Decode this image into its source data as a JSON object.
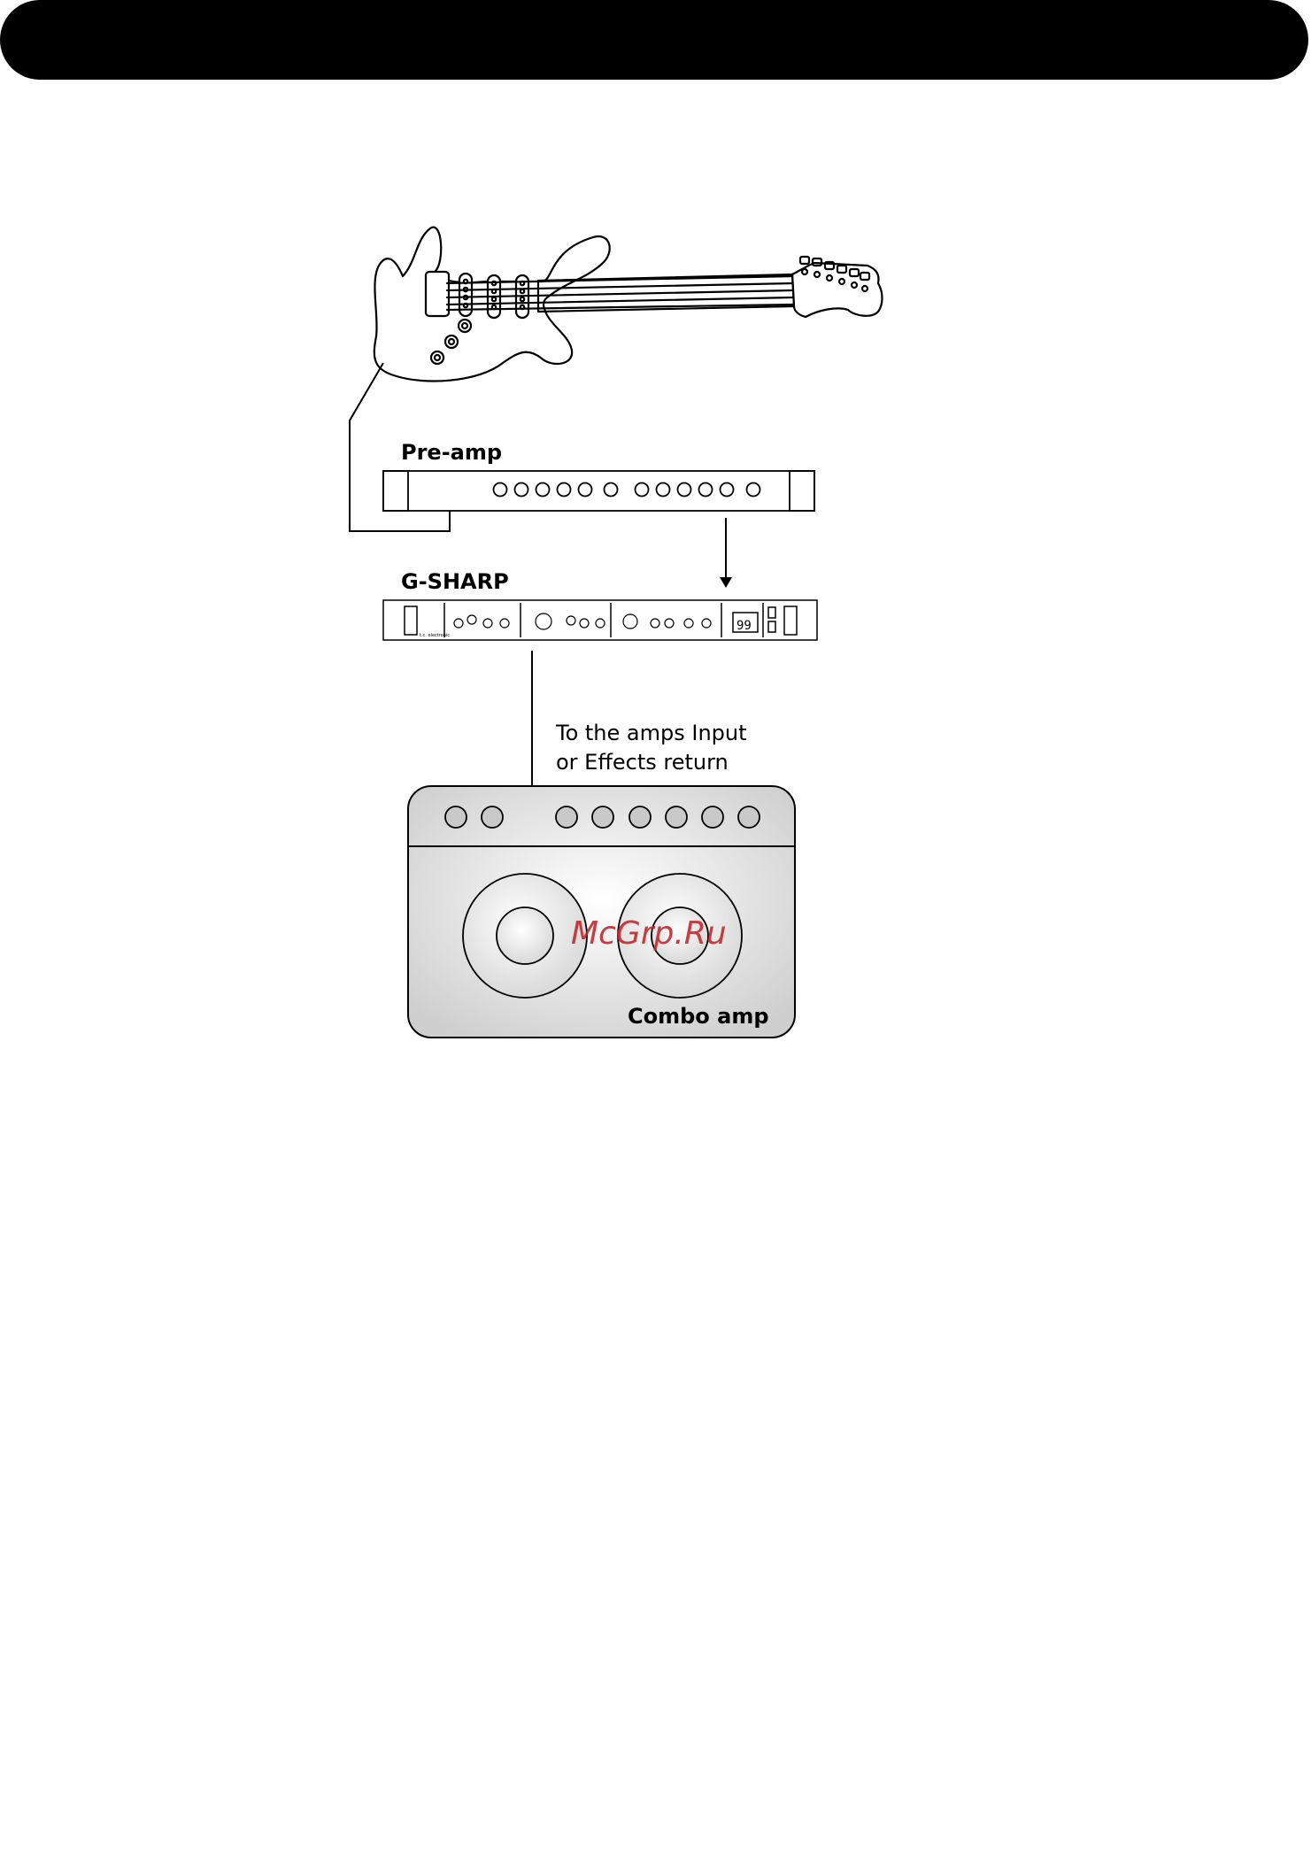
{
  "header": {
    "bar_color": "#000000"
  },
  "diagram": {
    "preamp": {
      "label": "Pre-amp"
    },
    "gsharp": {
      "label": "G-SHARP",
      "display": "99",
      "brand": "t.c. electronic"
    },
    "annotation": {
      "line1": "To the amps Input",
      "line2": "or Effects return"
    },
    "combo": {
      "label": "Combo amp"
    }
  },
  "watermark": {
    "text": "McGrp.Ru",
    "color": "#c0282d"
  }
}
